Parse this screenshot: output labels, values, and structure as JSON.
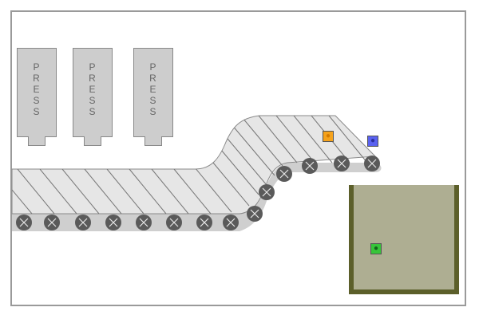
{
  "scene": {
    "presses": [
      {
        "label": "PRESS"
      },
      {
        "label": "PRESS"
      },
      {
        "label": "PRESS"
      }
    ],
    "items": [
      {
        "name": "orange-item",
        "color": "#f5a21b",
        "glyph": "●"
      },
      {
        "name": "blue-item",
        "color": "#5a62f0",
        "glyph": "●"
      },
      {
        "name": "green-item",
        "color": "#37c53a",
        "glyph": "●"
      }
    ],
    "colors": {
      "belt": "#e6e6e6",
      "belt_shade": "#cfcfcf",
      "roller": "#5a5a5a",
      "press": "#cdcdcd",
      "bin_fill": "#aeae92",
      "bin_wall": "#5c5f2a"
    }
  }
}
